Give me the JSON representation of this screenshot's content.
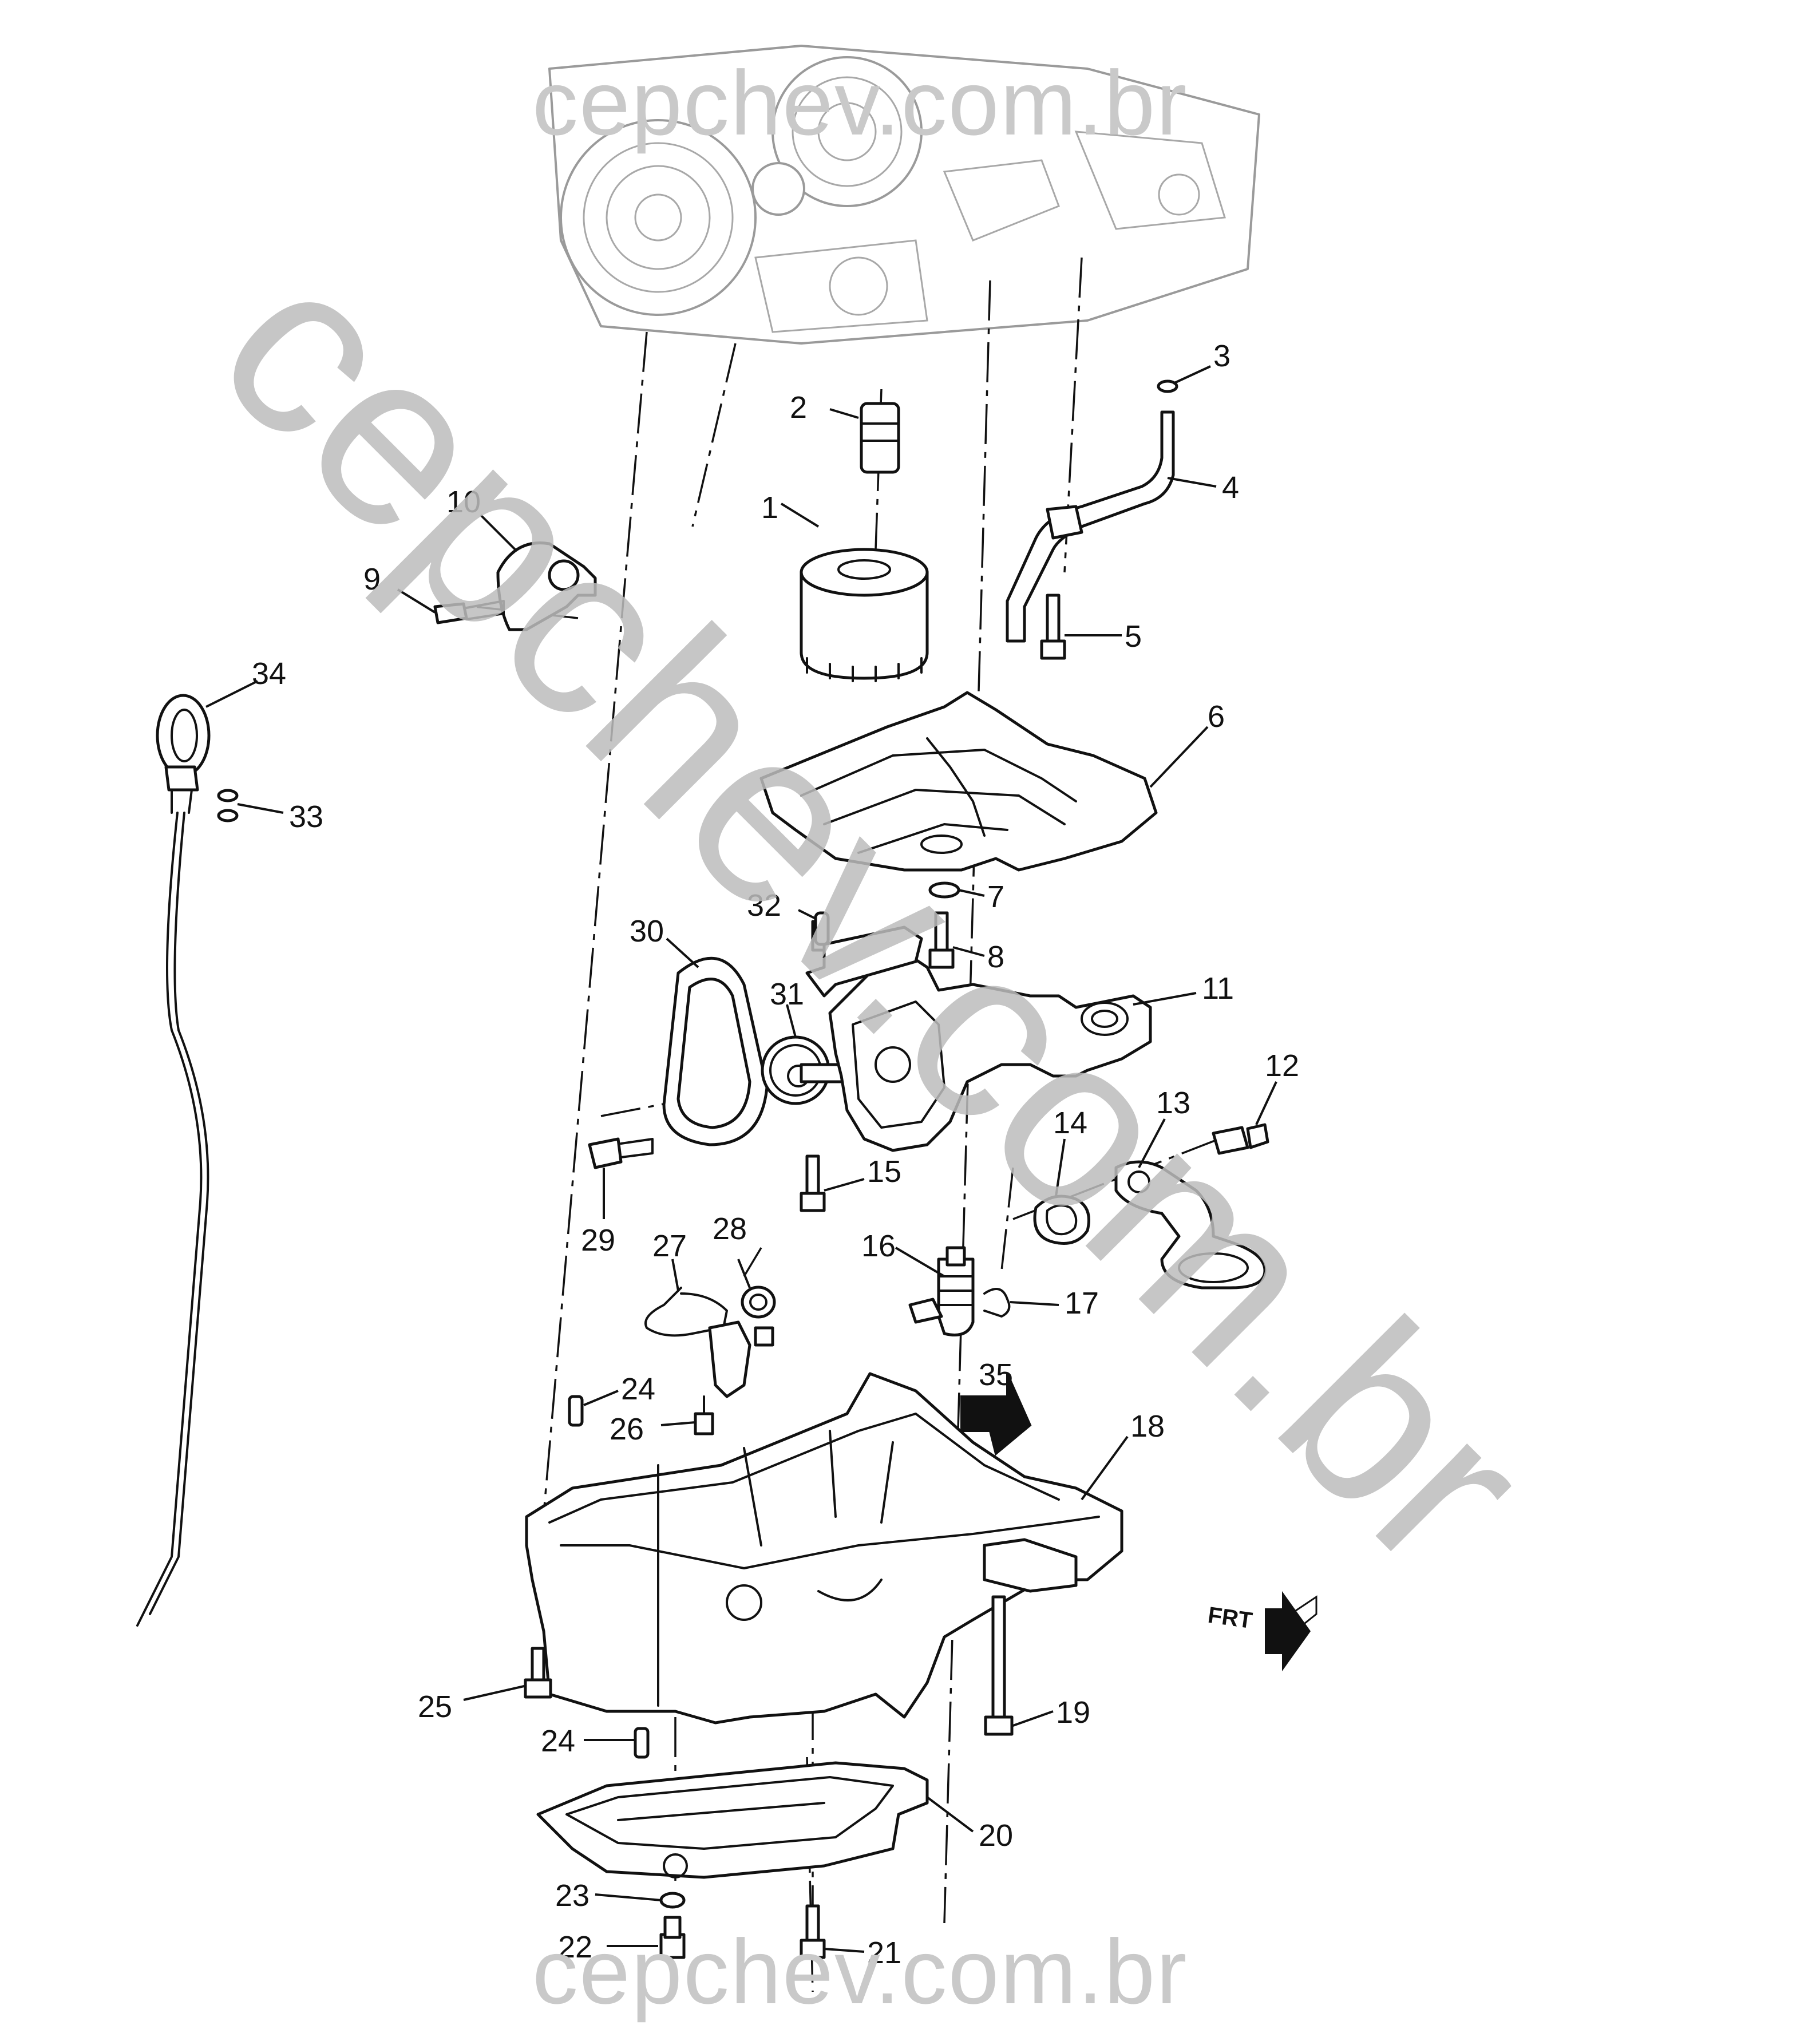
{
  "watermark": {
    "top": "cepchev.com.br",
    "diagonal": "cepchev.com.br",
    "bottom": "cepchev.com.br"
  },
  "front_indicator": "FRT",
  "callouts": [
    "1",
    "2",
    "3",
    "4",
    "5",
    "6",
    "7",
    "8",
    "9",
    "10",
    "11",
    "12",
    "13",
    "14",
    "15",
    "16",
    "17",
    "18",
    "19",
    "20",
    "21",
    "22",
    "23",
    "24",
    "24",
    "25",
    "26",
    "27",
    "28",
    "29",
    "30",
    "31",
    "32",
    "33",
    "34",
    "35"
  ],
  "colors": {
    "line": "#111111",
    "engine_gray": "#9a9a9a",
    "watermark": "#bdbdbd"
  }
}
